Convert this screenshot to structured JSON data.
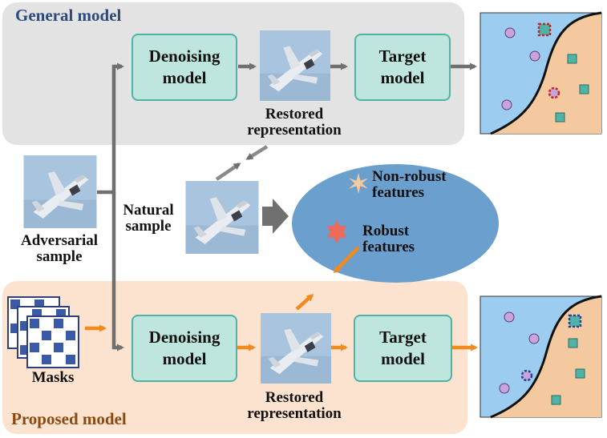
{
  "general": {
    "title": "General model",
    "denoising_label": "Denoising\nmodel",
    "target_label": "Target\nmodel",
    "restored_label": "Restored\nrepresentation"
  },
  "proposed": {
    "title": "Proposed model",
    "denoising_label": "Denoising\nmodel",
    "target_label": "Target\nmodel",
    "restored_label": "Restored\nrepresentation",
    "masks_label": "Masks"
  },
  "middle": {
    "adversarial_label": "Adversarial\nsample",
    "natural_label": "Natural\nsample",
    "non_robust_label": "Non-robust\nfeatures",
    "robust_label": "Robust\nfeatures"
  },
  "colors": {
    "general_panel": "#e3e3e3",
    "proposed_panel": "#fbe3cf",
    "general_title": "#2f4a7a",
    "proposed_title": "#8a4a12",
    "model_box_fill": "#bfe5df",
    "model_box_border": "#4fb3a5",
    "gray_arrow": "#707070",
    "orange_arrow": "#f28a1c",
    "feature_ellipse": "#6b9fce",
    "class_a_region": "#9ccdf0",
    "class_b_region": "#f5c99f",
    "class_a_marker": "#c9a4dc",
    "class_b_marker": "#4fb3a5"
  },
  "icons": [
    "airplane-image",
    "mask-grid-icon",
    "star-icon",
    "circle-marker",
    "square-marker"
  ]
}
